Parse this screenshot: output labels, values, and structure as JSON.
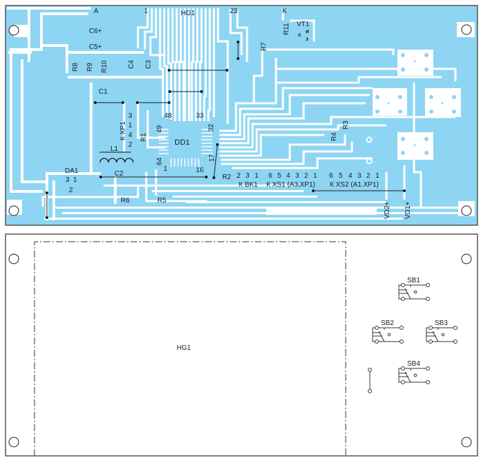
{
  "top_board": {
    "labels": {
      "a": "A",
      "pin1_hg1": "1",
      "hg1": "HG1",
      "pin23": "23",
      "k": "K",
      "c6": "C6+",
      "c5": "C5+",
      "r8": "R8",
      "r9": "R9",
      "r10": "R10",
      "c4": "C4",
      "c3": "C3",
      "r11": "R11",
      "vt1": "VT1",
      "vt1_c": "с",
      "vt1_i": "и",
      "vt1_z": "з",
      "r7": "R7",
      "c1": "C1",
      "xp1_3": "3",
      "xp1_1": "1",
      "xp1_4": "4",
      "xp1_2": "2",
      "k_xp1": "К XP1",
      "r1": "R1",
      "p48": "48",
      "p49": "49",
      "p33": "33",
      "p32": "32",
      "dd1": "DD1",
      "l1": "L1",
      "p64": "64",
      "p1": "1",
      "p16": "16",
      "p17": "17",
      "da1": "DA1",
      "da1_3": "3",
      "da1_1": "1",
      "da1_2": "2",
      "c2": "C2",
      "r6": "R6",
      "r5": "R5",
      "r2": "R2",
      "bk1_pins": [
        "2",
        "3",
        "1"
      ],
      "k_bk1": "К BK1",
      "xs1_pins": [
        "6",
        "5",
        "4",
        "3",
        "2",
        "1"
      ],
      "k_xs1": "К XS1 (A3.XP1)",
      "xs2_pins": [
        "6",
        "5",
        "4",
        "3",
        "2",
        "1"
      ],
      "k_xs2": "К XS2 (A1.XP1)",
      "r4": "R4",
      "r3": "R3",
      "vd2": "VD2+",
      "vd1": "VD1+"
    }
  },
  "bottom_board": {
    "hg1": "HG1",
    "switches": [
      "SB1",
      "SB2",
      "SB3",
      "SB4"
    ]
  },
  "colors": {
    "copper": "#8dd5f3",
    "background": "#ffffff",
    "ink": "#1a1a1a"
  }
}
